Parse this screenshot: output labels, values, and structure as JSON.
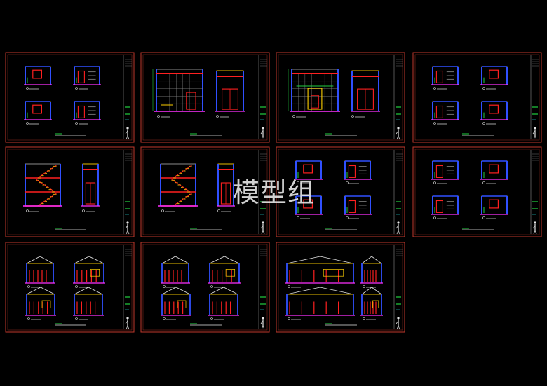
{
  "watermark": {
    "text": "模型组"
  },
  "colors": {
    "background": "#000000",
    "frame": "#c0392b",
    "wall": "#ff2020",
    "blue": "#3050ff",
    "yellow": "#ffd000",
    "green": "#22d040",
    "magenta": "#ff30ff",
    "cyan": "#20e0e0",
    "white": "#e6e6e6",
    "gray": "#8a8a8a"
  },
  "sheets_per_row": [
    4,
    4,
    3
  ],
  "sheet_types": [
    "four-small-rooms",
    "two-tall-sections",
    "two-tall-sections-fireplace",
    "four-small-rooms",
    "staircase-sections",
    "staircase-sections",
    "four-small-rooms",
    "four-small-rooms",
    "four-gable-rooms",
    "four-gable-rooms",
    "wide-gable-sections"
  ]
}
